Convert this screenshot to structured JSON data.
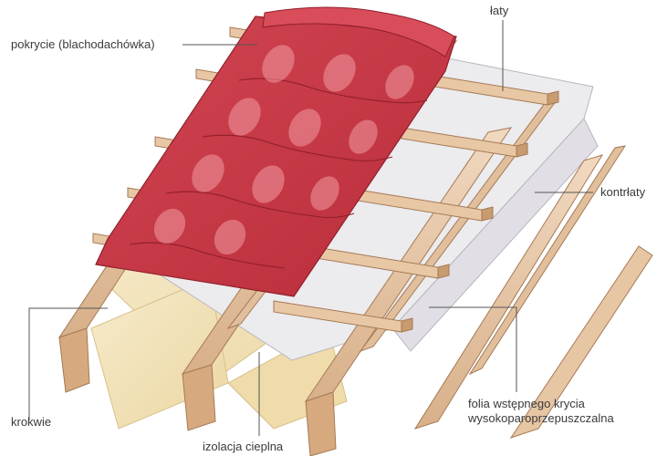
{
  "diagram": {
    "labels": {
      "covering": "pokrycie (blachodachówka)",
      "battens": "łaty",
      "counter_battens": "kontrłaty",
      "rafters": "krokwie",
      "insulation": "izolacja cieplna",
      "membrane_line1": "folia wstępnego krycia",
      "membrane_line2": "wysokoparoprzepuszczalna"
    },
    "colors": {
      "tile": "#c8323f",
      "tile_light": "#e8828a",
      "wood": "#e9cdb1",
      "wood_dark": "#c79a72",
      "membrane": "#ecebee",
      "insulation": "#f3e3b9",
      "leader": "#555555"
    }
  }
}
